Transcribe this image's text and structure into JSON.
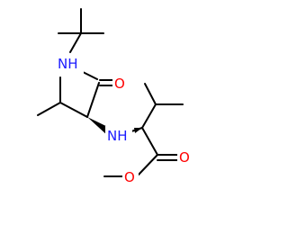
{
  "molecule": {
    "atom_labels": {
      "nh_amide": "NH",
      "o_amide": "O",
      "nh_amine": "NH",
      "o_ester_carbonyl": "O",
      "o_ester_methoxy": "O"
    },
    "colors": {
      "bond": "#000000",
      "nitrogen": "#1a1aff",
      "oxygen": "#ff0000",
      "background": "#ffffff"
    }
  }
}
